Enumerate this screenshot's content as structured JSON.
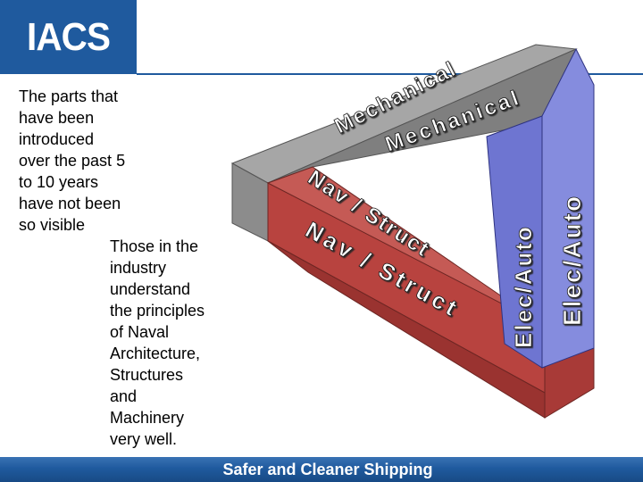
{
  "header": {
    "logo_text": "IACS"
  },
  "left_text": {
    "paragraph1": "The parts that\nhave been\nintroduced\nover the past 5\nto 10 years\nhave not been\nso visible",
    "paragraph2": "Those in the\nindustry\nunderstand\nthe principles\nof Naval\nArchitecture,\nStructures\nand\nMachinery\nvery well."
  },
  "diagram": {
    "mechanical_label": "Mechanical",
    "naval_struct_label": "Nav / Struct",
    "elec_auto_label": "Elec/Auto",
    "colors": {
      "mechanical": "#8c8c8c",
      "naval_struct": "#c0504d",
      "elec_auto": "#7f86db"
    }
  },
  "footer": {
    "tagline": "Safer and Cleaner Shipping"
  }
}
